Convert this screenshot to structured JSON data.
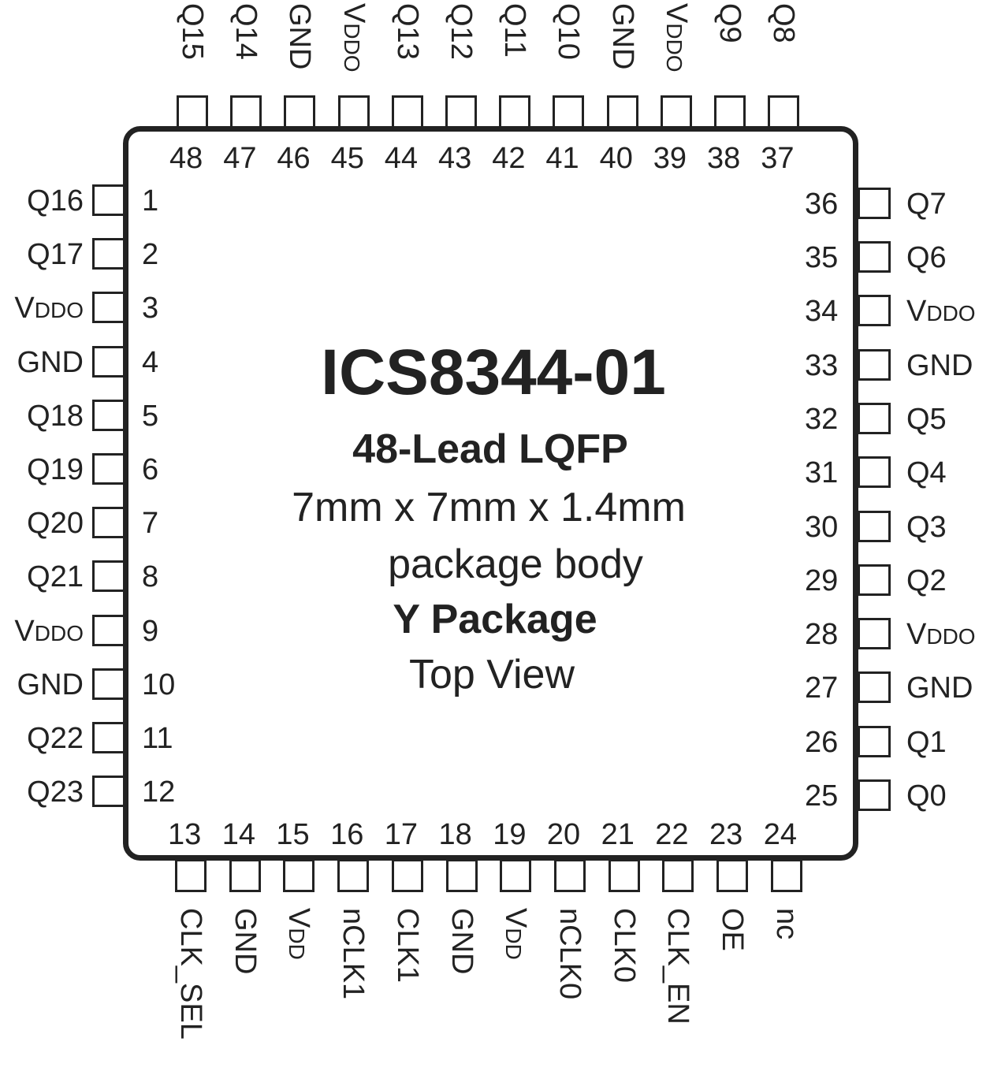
{
  "chip": {
    "name": "ICS8344-01",
    "package_line": "48-Lead LQFP",
    "dimensions_line": "7mm x 7mm x 1.4mm",
    "body_line": "package body",
    "package_type": "Y Package",
    "view_line": "Top View"
  },
  "pins": {
    "left": [
      {
        "num": "1",
        "name": "Q16"
      },
      {
        "num": "2",
        "name": "Q17"
      },
      {
        "num": "3",
        "name": "V",
        "sub": "DDO"
      },
      {
        "num": "4",
        "name": "GND"
      },
      {
        "num": "5",
        "name": "Q18"
      },
      {
        "num": "6",
        "name": "Q19"
      },
      {
        "num": "7",
        "name": "Q20"
      },
      {
        "num": "8",
        "name": "Q21"
      },
      {
        "num": "9",
        "name": "V",
        "sub": "DDO"
      },
      {
        "num": "10",
        "name": "GND"
      },
      {
        "num": "11",
        "name": "Q22"
      },
      {
        "num": "12",
        "name": "Q23"
      }
    ],
    "bottom": [
      {
        "num": "13",
        "name": "CLK_SEL"
      },
      {
        "num": "14",
        "name": "GND"
      },
      {
        "num": "15",
        "name": "V",
        "sub": "DD"
      },
      {
        "num": "16",
        "name": "nCLK1"
      },
      {
        "num": "17",
        "name": "CLK1"
      },
      {
        "num": "18",
        "name": "GND"
      },
      {
        "num": "19",
        "name": "V",
        "sub": "DD"
      },
      {
        "num": "20",
        "name": "nCLK0"
      },
      {
        "num": "21",
        "name": "CLK0"
      },
      {
        "num": "22",
        "name": "CLK_EN"
      },
      {
        "num": "23",
        "name": "OE"
      },
      {
        "num": "24",
        "name": "nc"
      }
    ],
    "right": [
      {
        "num": "25",
        "name": "Q0"
      },
      {
        "num": "26",
        "name": "Q1"
      },
      {
        "num": "27",
        "name": "GND"
      },
      {
        "num": "28",
        "name": "V",
        "sub": "DDO"
      },
      {
        "num": "29",
        "name": "Q2"
      },
      {
        "num": "30",
        "name": "Q3"
      },
      {
        "num": "31",
        "name": "Q4"
      },
      {
        "num": "32",
        "name": "Q5"
      },
      {
        "num": "33",
        "name": "GND"
      },
      {
        "num": "34",
        "name": "V",
        "sub": "DDO"
      },
      {
        "num": "35",
        "name": "Q6"
      },
      {
        "num": "36",
        "name": "Q7"
      }
    ],
    "top": [
      {
        "num": "37",
        "name": "Q8"
      },
      {
        "num": "38",
        "name": "Q9"
      },
      {
        "num": "39",
        "name": "V",
        "sub": "DDO"
      },
      {
        "num": "40",
        "name": "GND"
      },
      {
        "num": "41",
        "name": "Q10"
      },
      {
        "num": "42",
        "name": "Q11"
      },
      {
        "num": "43",
        "name": "Q12"
      },
      {
        "num": "44",
        "name": "Q13"
      },
      {
        "num": "45",
        "name": "V",
        "sub": "DDO"
      },
      {
        "num": "46",
        "name": "GND"
      },
      {
        "num": "47",
        "name": "Q14"
      },
      {
        "num": "48",
        "name": "Q15"
      }
    ]
  }
}
